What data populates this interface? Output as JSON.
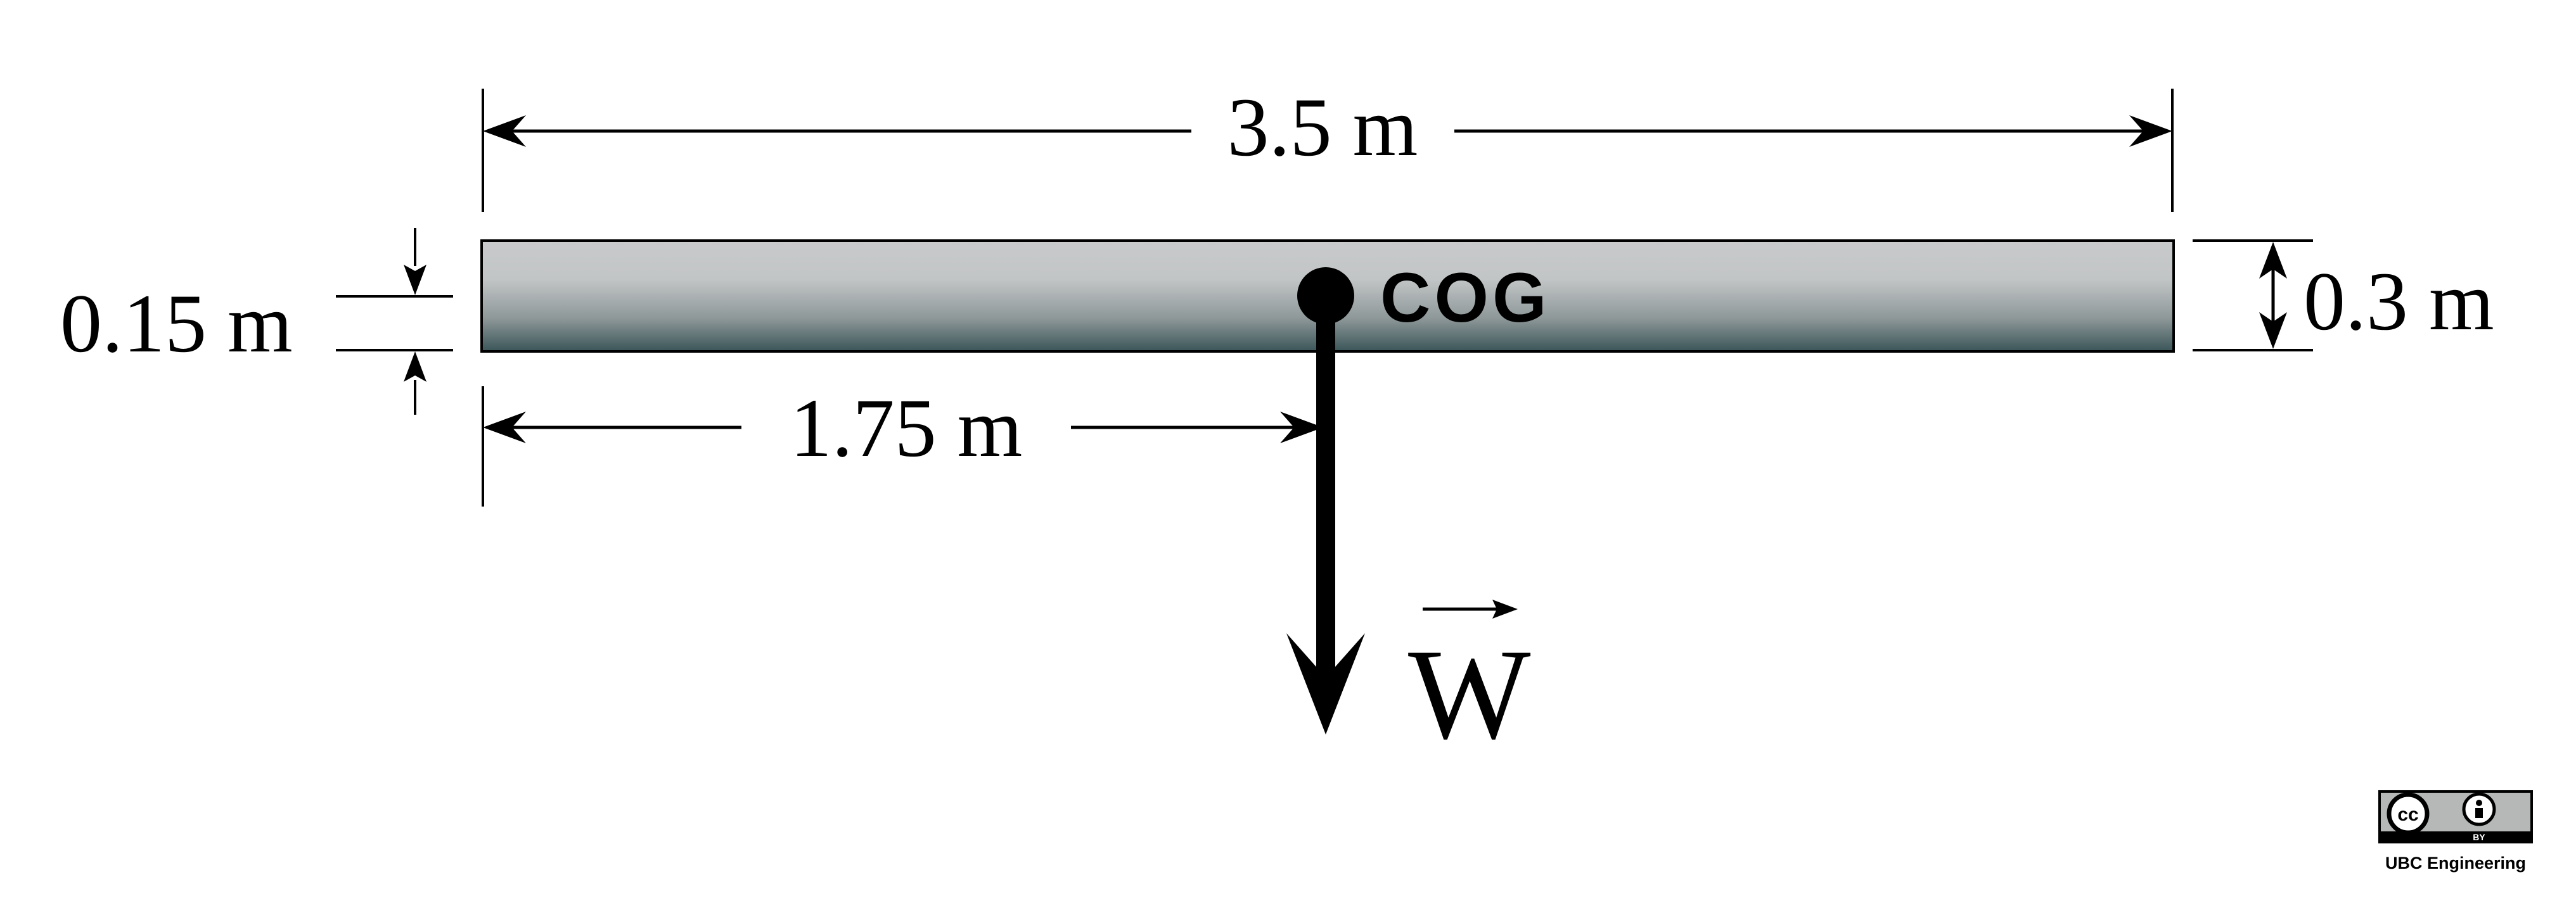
{
  "diagram": {
    "labels": {
      "length": "3.5 m",
      "half_length": "1.75 m",
      "height": "0.3 m",
      "half_height": "0.15 m",
      "cog": "COG",
      "weight": "W"
    }
  },
  "license": {
    "cc_text": "cc",
    "by_text": "BY",
    "credit": "UBC Engineering"
  },
  "colors": {
    "beam_top": "#c8cacb",
    "beam_mid": "#a5acad",
    "beam_bottom": "#3a5558",
    "line": "#000000",
    "badge_gray": "#b6b8b8"
  }
}
